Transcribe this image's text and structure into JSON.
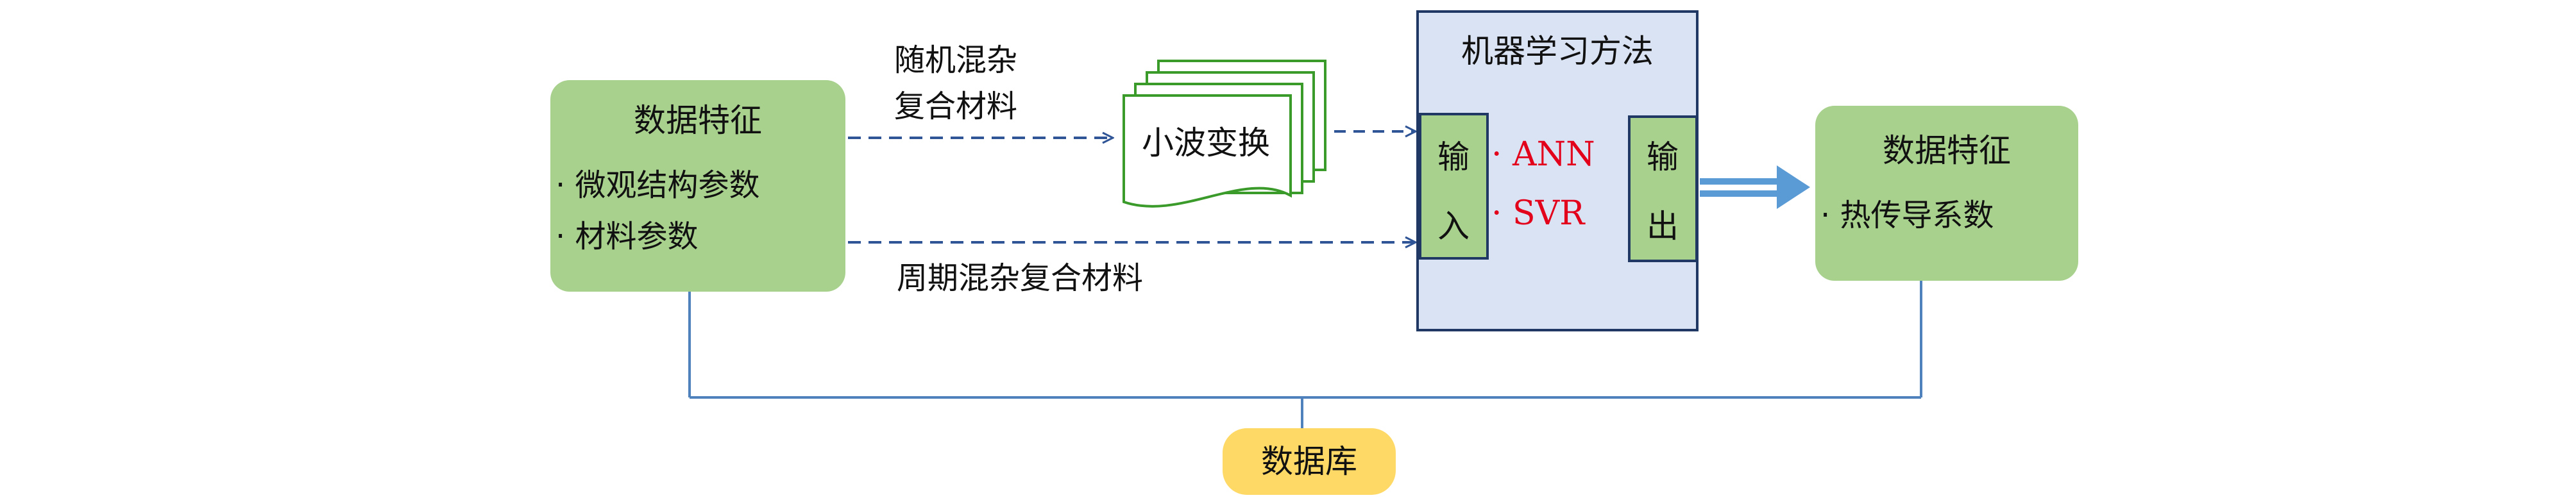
{
  "input_box": {
    "title": "数据特征",
    "bullets": [
      "· 微观结构参数",
      "· 材料参数"
    ]
  },
  "output_box": {
    "title": "数据特征",
    "bullets": [
      "· 热传导系数"
    ]
  },
  "random_label": [
    "随机混杂",
    "复合材料"
  ],
  "periodic_label": "周期混杂复合材料",
  "wavelet_label": "小波变换",
  "ml_box": {
    "title": "机器学习方法",
    "input_label": [
      "输",
      "入"
    ],
    "output_label": [
      "输",
      "出"
    ],
    "methods": [
      "· ANN",
      "· SVR"
    ]
  },
  "database_label": "数据库",
  "colors": {
    "feature_box_fill": "#a9d18e",
    "ml_box_fill": "#dae3f3",
    "ml_box_border": "#203864",
    "database_fill": "#ffd966",
    "arrow": "#2f5597",
    "big_arrow": "#5b9bd5",
    "method_text": "#e3001b",
    "wavelet_border": "#3a9a2a",
    "connector": "#4f81bd"
  }
}
